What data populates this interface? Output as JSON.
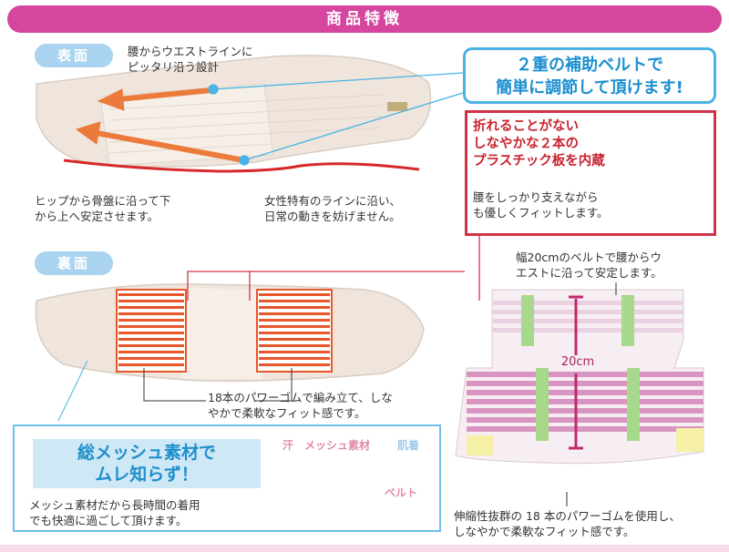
{
  "header": {
    "title": "商品特徴"
  },
  "front": {
    "tag": "表面",
    "note_fit": "腰からウエストラインに\nピッタリ沿う設計",
    "note_hip": "ヒップから骨盤に沿って下\nから上へ安定させます。",
    "note_line": "女性特有のラインに沿い、\n日常の動きを妨げません。"
  },
  "callout": {
    "belt_title": "２重の補助ベルトで\n簡単に調節して頂けます!"
  },
  "plates": {
    "headline": "折れることがない\nしなやかな２本の\nプラスチック板を内蔵",
    "sub": "腰をしっかり支えながら\nも優しくフィットします。"
  },
  "back": {
    "tag": "裏面",
    "note_rubber": "18本のパワーゴムで編み立て、しな\nやかで柔軟なフィット感です。"
  },
  "belt_detail": {
    "note_top": "幅20cmのベルトで腰からウ\nエストに沿って安定します。",
    "width_label": "20cm",
    "note_bottom": "伸縮性抜群の 18 本のパワーゴムを使用し、\nしなやかで柔軟なフィット感です。"
  },
  "mesh": {
    "headline": "総メッシュ素材で\nムレ知らず！",
    "sub": "メッシュ素材だから長時間の着用\nでも快適に過ごして頂けます。",
    "label_sweat": "汗",
    "label_mesh": "メッシュ素材",
    "label_innerwear": "肌着",
    "label_belt": "ベルト",
    "label_skin": "肌"
  },
  "colors": {
    "header": "#d6459e",
    "tag": "#a9d3ee",
    "arrow": "#ec7a3c",
    "accent_blue": "#4ab3e3",
    "accent_red": "#d23247",
    "rubber": "#e8562c"
  }
}
